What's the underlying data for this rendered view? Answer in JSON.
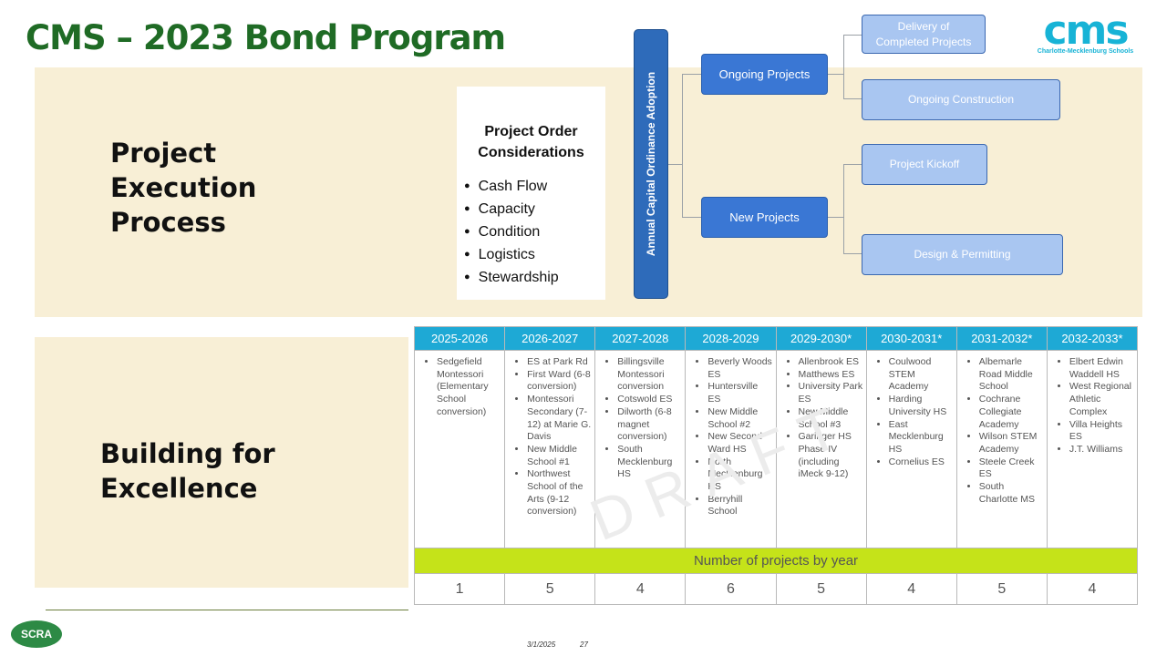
{
  "title": "CMS – 2023 Bond Program",
  "logo": {
    "name": "cms",
    "subtitle": "Charlotte-Mecklenburg Schools"
  },
  "sections": {
    "execution": "Project Execution Process",
    "excellence": "Building for Excellence"
  },
  "considerations": {
    "title": "Project Order Considerations",
    "items": [
      "Cash Flow",
      "Capacity",
      "Condition",
      "Logistics",
      "Stewardship"
    ]
  },
  "flow": {
    "adoption": "Annual Capital Ordinance Adoption",
    "ongoing": "Ongoing Projects",
    "new": "New Projects",
    "delivery": "Delivery of Completed Projects",
    "construction": "Ongoing Construction",
    "kickoff": "Project Kickoff",
    "design": "Design & Permitting"
  },
  "schedule": {
    "years": [
      "2025-2026",
      "2026-2027",
      "2027-2028",
      "2028-2029",
      "2029-2030*",
      "2030-2031*",
      "2031-2032*",
      "2032-2033*"
    ],
    "projects": [
      [
        "Sedgefield Montessori (Elementary School conversion)"
      ],
      [
        "ES at Park Rd",
        "First Ward (6-8 conversion)",
        "Montessori Secondary (7-12) at Marie G. Davis",
        "New Middle School #1",
        "Northwest School of the Arts (9-12 conversion)"
      ],
      [
        "Billingsville Montessori conversion",
        "Cotswold ES",
        "Dilworth (6-8 magnet conversion)",
        "South Mecklenburg HS"
      ],
      [
        "Beverly Woods ES",
        "Huntersville ES",
        "New Middle School #2",
        "New Second Ward HS",
        "North Mecklenburg HS",
        "Berryhill School"
      ],
      [
        "Allenbrook ES",
        "Matthews ES",
        "University Park ES",
        "New Middle School #3",
        "Garinger HS Phase IV (including iMeck 9-12)"
      ],
      [
        "Coulwood STEM Academy",
        "Harding University HS",
        "East Mecklenburg HS",
        "Cornelius ES"
      ],
      [
        "Albemarle Road Middle School",
        "Cochrane Collegiate Academy",
        "Wilson STEM Academy",
        "Steele Creek ES",
        "South Charlotte MS"
      ],
      [
        "Elbert Edwin Waddell HS",
        "West Regional Athletic Complex",
        "Villa Heights ES",
        "J.T. Williams"
      ]
    ],
    "count_label": "Number of projects by year",
    "counts": [
      "1",
      "5",
      "4",
      "6",
      "5",
      "4",
      "5",
      "4"
    ],
    "watermark": "DRAFT"
  },
  "footer": {
    "org": "SCRA",
    "date": "3/1/2025",
    "page": "27"
  }
}
